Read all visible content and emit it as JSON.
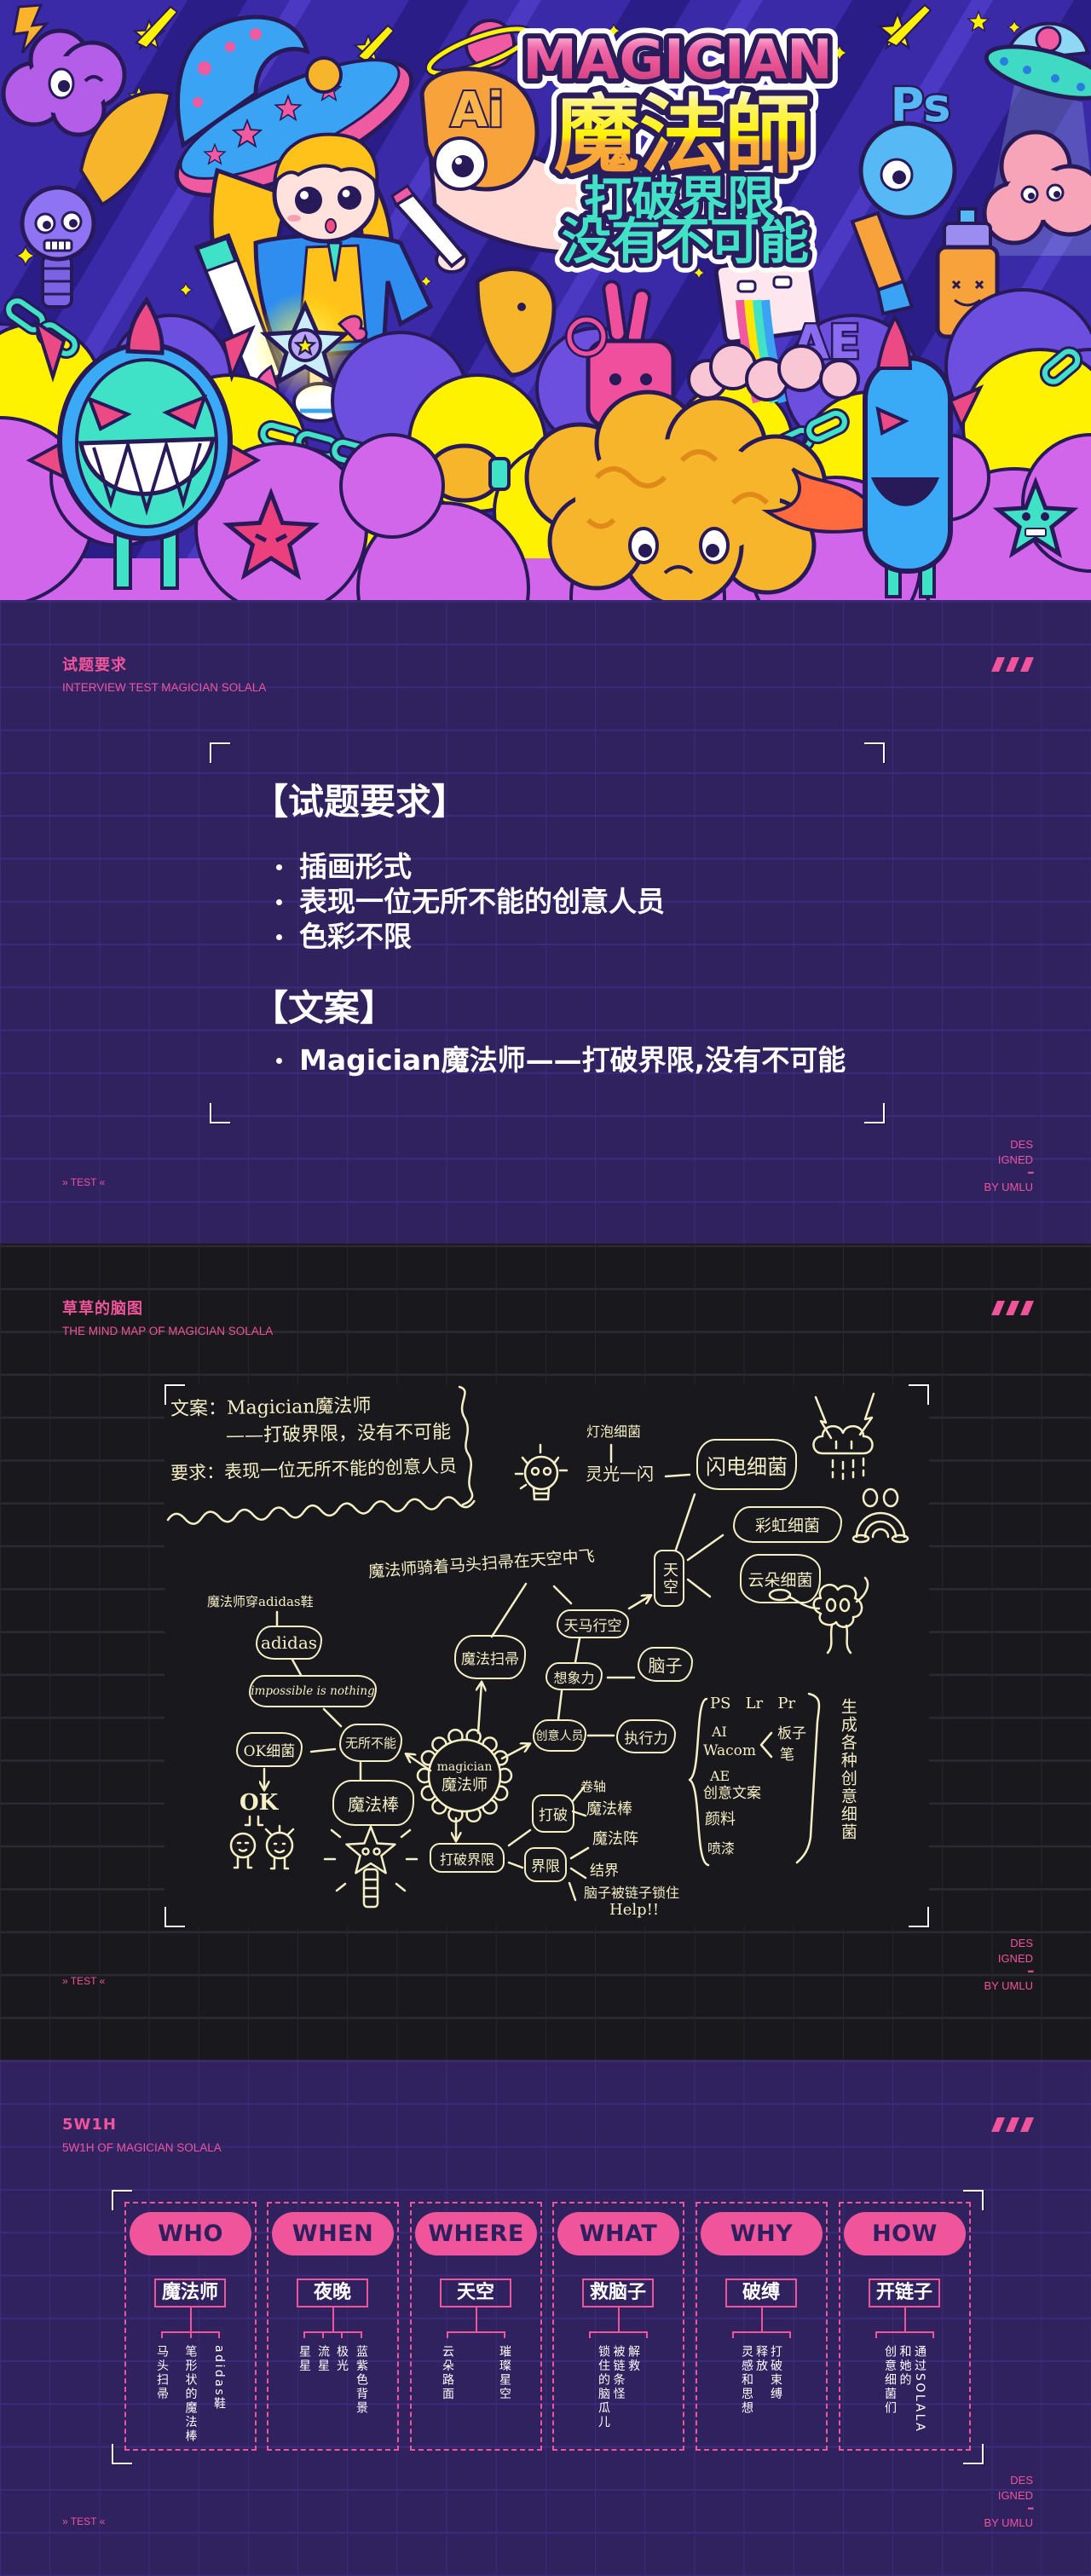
{
  "hero": {
    "title_en": "MAGICIAN",
    "title_cn": "魔法師",
    "slogan_line1": "打破界限",
    "slogan_line2": "没有不可能",
    "badges": {
      "ai": "Ai",
      "ps": "Ps",
      "ae": "AE"
    }
  },
  "theme": {
    "accent_pink": "#f0559b",
    "purple_bg": "#30215f",
    "dark_bg": "#19181d",
    "chalk": "#f5efc5",
    "title_teal": "#41e2c6",
    "title_yellow": "#fff200"
  },
  "requirements": {
    "title": "试题要求",
    "subtitle": "INTERVIEW TEST MAGICIAN SOLALA",
    "brief_heading": "【试题要求】",
    "brief_items": [
      "插画形式",
      "表现一位无所不能的创意人员",
      "色彩不限"
    ],
    "copy_heading": "【文案】",
    "copy_items": [
      "Magician魔法师——打破界限,没有不可能"
    ],
    "footer_tag": "» TEST «",
    "credit": [
      "DES",
      "IGNED",
      "•••",
      "BY UMLU"
    ]
  },
  "mindmap": {
    "title": "草草的脑图",
    "subtitle": "THE MIND MAP OF MAGICIAN SOLALA",
    "notes": {
      "copy_line1": "文案：Magician魔法师",
      "copy_line2": "——打破界限，没有不可能",
      "requirement": "要求：表现一位无所不能的创意人员"
    },
    "center": {
      "en": "magician",
      "cn": "魔法师"
    },
    "nodes": {
      "bulb_germ": "灯泡细菌",
      "inspiration": "灵光一闪",
      "lightning_germ": "闪电细菌",
      "rainbow_germ": "彩虹细菌",
      "cloud_germ": "云朵细菌",
      "sky": "天空",
      "flying_scene": "魔法师骑着马头扫帚在天空中飞",
      "adidas_shoes": "魔法师穿adidas鞋",
      "adidas": "adidas",
      "slogan": "impossible is nothing",
      "almighty": "无所不能",
      "ok_germ": "OK细菌",
      "ok": "OK",
      "magic_broom": "魔法扫帚",
      "wild_imagination": "天马行空",
      "imagination": "想象力",
      "brain": "脑子",
      "creative_person": "创意人员",
      "execution": "执行力",
      "magic_wand": "魔法棒",
      "break_limits": "打破界限",
      "break": "打破",
      "scroll": "卷轴",
      "wand_2": "魔法棒",
      "limits": "界限",
      "magic_circle": "魔法阵",
      "barrier": "结界",
      "brain_chained": "脑子被链子锁住",
      "help": "Help!!",
      "generate_germs": "生成各种创意细菌"
    },
    "tools": {
      "row1": "PS   Lr   Pr",
      "ai": "AI",
      "wacom": "Wacom",
      "tablet": "板子",
      "pen": "笔",
      "ae": "AE",
      "copywriting": "创意文案",
      "paint": "颜料",
      "spray": "喷漆"
    },
    "footer_tag": "» TEST «",
    "credit": [
      "DES",
      "IGNED",
      "•••",
      "BY UMLU"
    ]
  },
  "five_w_one_h": {
    "title": "5W1H",
    "subtitle": "5W1H OF MAGICIAN SOLALA",
    "columns": [
      {
        "question": "WHO",
        "answer": "魔法师",
        "items": [
          "马头扫帚",
          "笔形状的魔法棒",
          "adidas鞋"
        ]
      },
      {
        "question": "WHEN",
        "answer": "夜晚",
        "items": [
          "星星",
          "流星",
          "极光",
          "蓝紫色背景"
        ]
      },
      {
        "question": "WHERE",
        "answer": "天空",
        "items": [
          "云朵路面",
          "璀璨星空"
        ]
      },
      {
        "question": "WHAT",
        "answer": "救脑子",
        "sentence": [
          "解救",
          "被链条怪",
          "锁住的脑瓜儿"
        ]
      },
      {
        "question": "WHY",
        "answer": "破缚",
        "sentence": [
          "打破束缚",
          "释放",
          "灵感和思想"
        ]
      },
      {
        "question": "HOW",
        "answer": "开链子",
        "sentence": [
          "通过SOLALA",
          "和她的",
          "创意细菌们"
        ]
      }
    ],
    "footer_tag": "» TEST «",
    "credit": [
      "DES",
      "IGNED",
      "•••",
      "BY UMLU"
    ]
  }
}
